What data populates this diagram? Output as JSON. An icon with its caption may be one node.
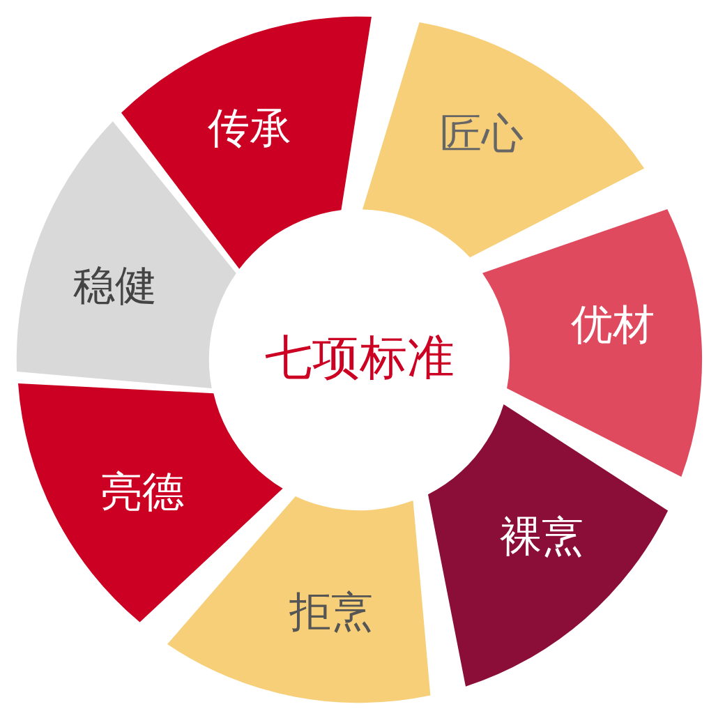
{
  "diagram": {
    "nodes": [
      {
        "text": [
          "七项标准"
        ]
      },
      {
        "text": [
          "传承"
        ]
      },
      {
        "text": [
          "匠心"
        ]
      },
      {
        "text": [
          "优材"
        ]
      },
      {
        "text": [
          "裸烹"
        ]
      },
      {
        "text": [
          "拒烹"
        ]
      },
      {
        "text": [
          "亮德"
        ]
      },
      {
        "text": [
          "稳健"
        ]
      }
    ]
  }
}
